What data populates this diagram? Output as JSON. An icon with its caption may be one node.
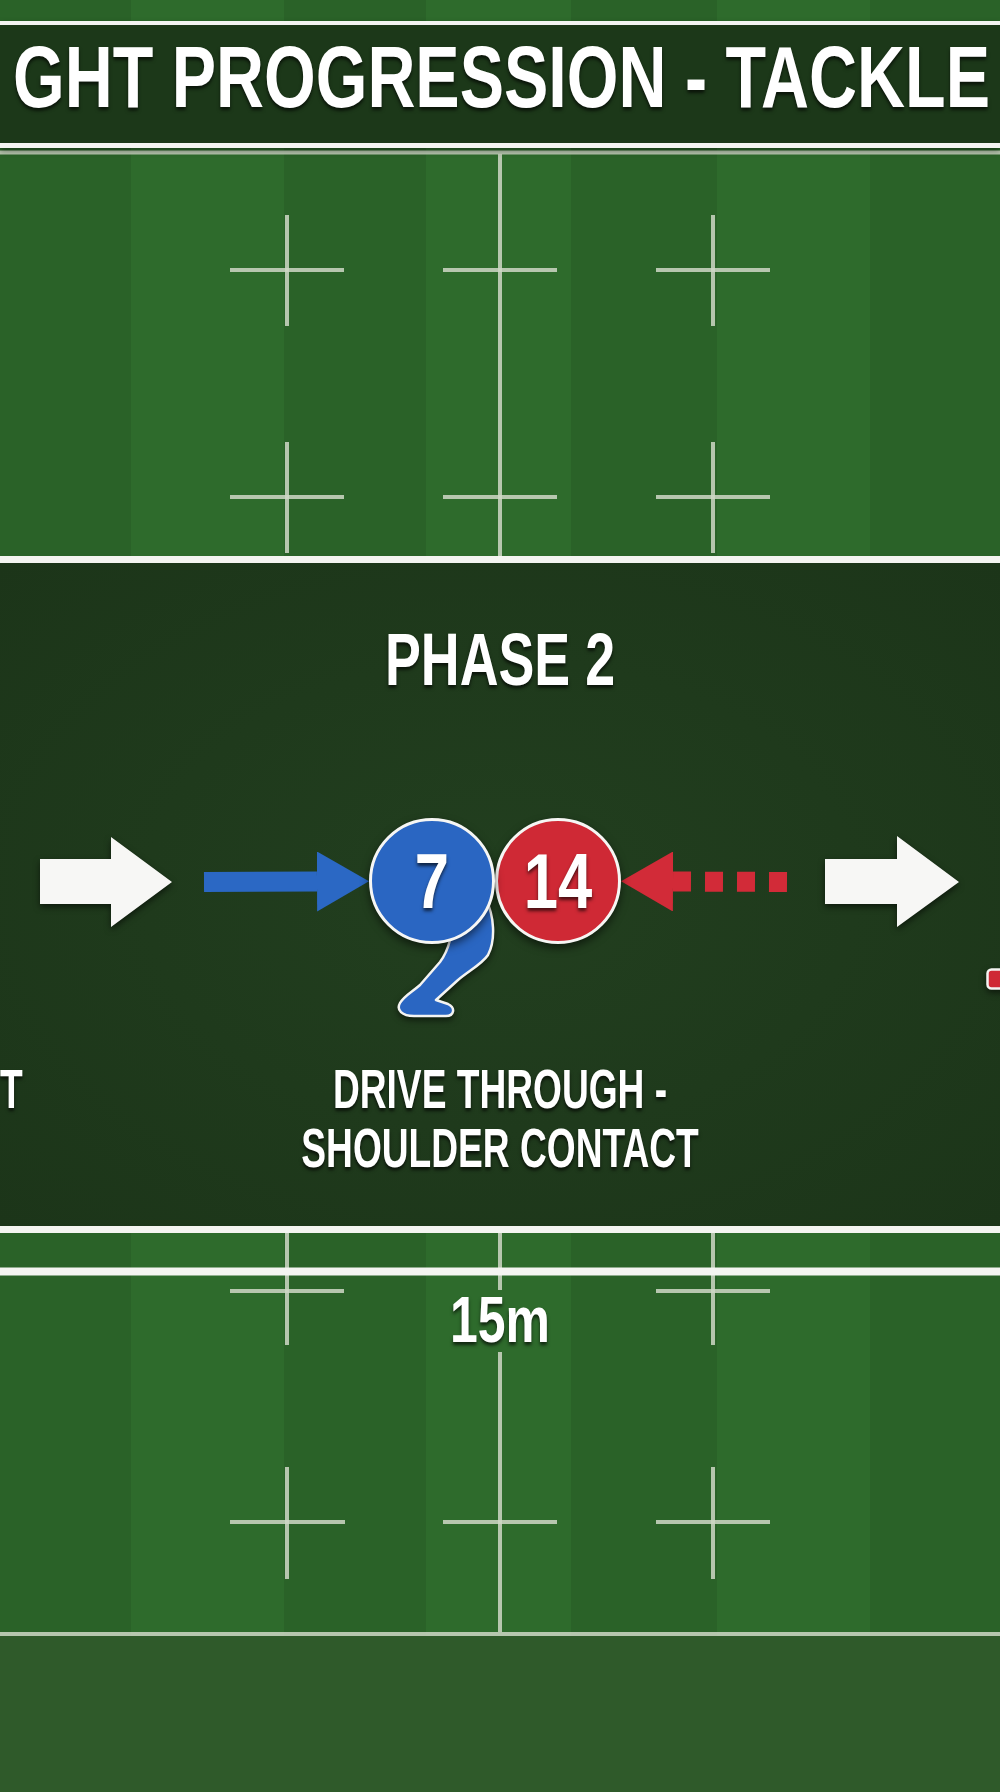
{
  "diagram": {
    "title": "GHT PROGRESSION - TACKLE",
    "nodes": [
      {
        "text": [
          "PHASE 2",
          "T",
          "DRIVE THROUGH - SHOULDER CONTACT"
        ]
      },
      {
        "text": [
          "7"
        ],
        "in": 0
      },
      {
        "text": [
          "14"
        ],
        "in": 0
      }
    ],
    "edges": [
      {
        "from": null,
        "to": 1,
        "arrow": "to",
        "color": "#2b68c4"
      },
      {
        "from": null,
        "to": 2,
        "arrow": "to",
        "style": "dashed",
        "color": "#d22b38"
      }
    ],
    "labels": [
      "15m"
    ]
  }
}
